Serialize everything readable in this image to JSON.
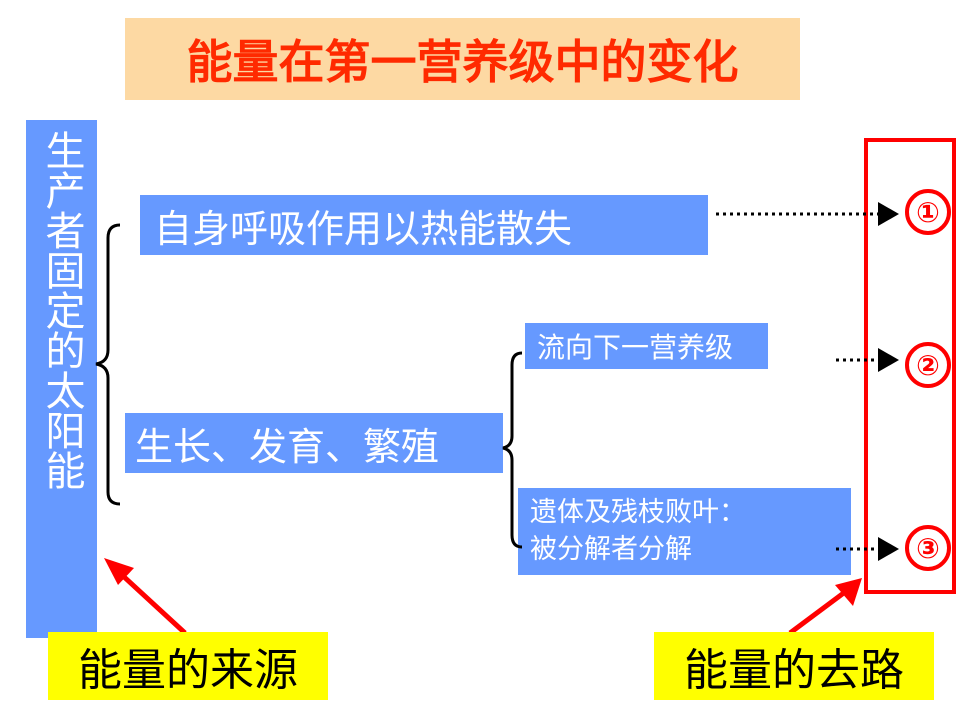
{
  "title": "能量在第一营养级中的变化",
  "source_column": "生产者固定的太阳能",
  "boxes": {
    "respiration": "自身呼吸作用以热能散失",
    "growth": "生长、发育、繁殖",
    "next_level": "流向下一营养级",
    "remains_line1": "遗体及残枝败叶：",
    "remains_line2": "被分解者分解"
  },
  "markers": [
    "①",
    "②",
    "③"
  ],
  "labels": {
    "source": "能量的来源",
    "destination": "能量的去路"
  },
  "colors": {
    "box_blue": "#6699ff",
    "title_bg": "#fdd9a3",
    "title_text": "#ff2a00",
    "accent_red": "#ff0000",
    "label_yellow": "#ffff00"
  }
}
